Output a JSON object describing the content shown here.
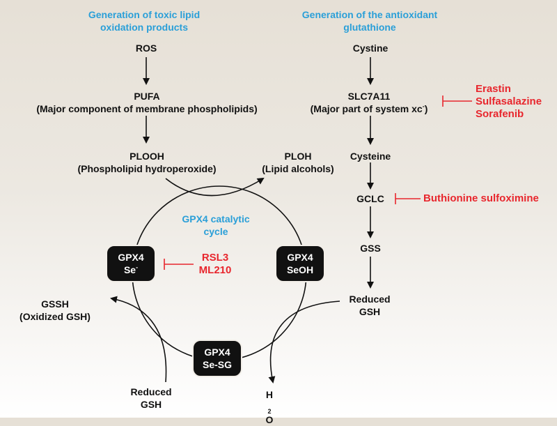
{
  "left_heading": [
    "Generation of toxic lipid",
    "oxidation products"
  ],
  "right_heading": [
    "Generation of the antioxidant",
    "glutathione"
  ],
  "left_chain": {
    "ros": "ROS",
    "pufa": "PUFA",
    "pufa_desc": "(Major component of membrane phospholipids)",
    "plooh": "PLOOH",
    "plooh_desc": "(Phospholipid hydroperoxide)",
    "ploh": "PLOH",
    "ploh_desc": "(Lipid alcohols)"
  },
  "right_chain": {
    "cystine": "Cystine",
    "slc": "SLC7A11",
    "slc_desc_pre": "(Major part of system xc",
    "slc_desc_sup": "-",
    "slc_desc_post": ")",
    "cysteine": "Cysteine",
    "gclc": "GCLC",
    "gss": "GSS",
    "reduced_gsh": [
      "Reduced",
      "GSH"
    ]
  },
  "inhibitors": {
    "slc": [
      "Erastin",
      "Sulfasalazine",
      "Sorafenib"
    ],
    "gclc": "Buthionine sulfoximine",
    "gpx4": [
      "RSL3",
      "ML210"
    ]
  },
  "cycle": {
    "title": [
      "GPX4 catalytic",
      "cycle"
    ],
    "node_left": {
      "line1": "GPX4",
      "line2": "Se",
      "sup": "-"
    },
    "node_right": {
      "line1": "GPX4",
      "line2": "SeOH"
    },
    "node_bottom": {
      "line1": "GPX4",
      "line2": "Se-SG"
    }
  },
  "gssh": [
    "GSSH",
    "(Oxidized GSH)"
  ],
  "bottom_reduced_gsh": [
    "Reduced",
    "GSH"
  ],
  "water": {
    "h": "H",
    "sub": "2",
    "o": "O"
  },
  "colors": {
    "heading": "#2a9fd8",
    "inhibitor": "#e8262d",
    "node": "#111111"
  }
}
